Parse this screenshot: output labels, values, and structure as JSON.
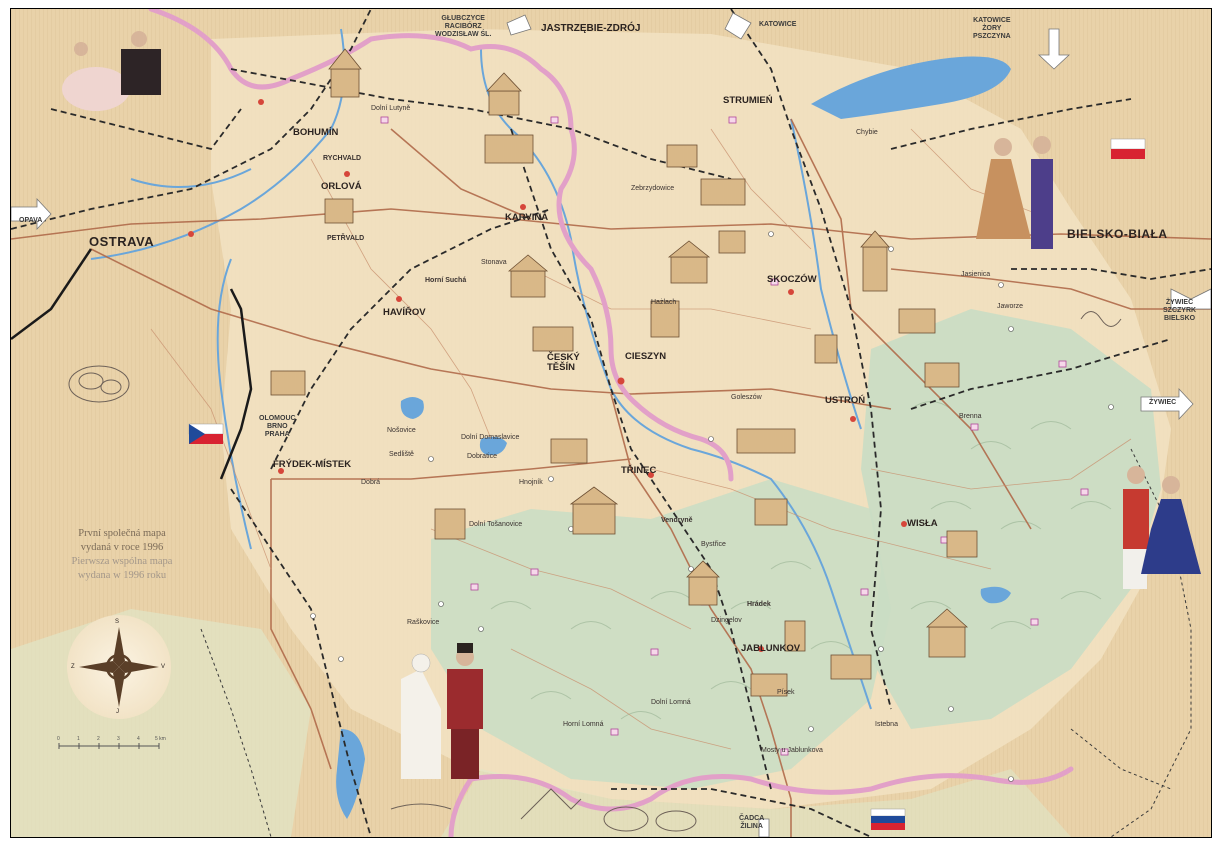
{
  "colors": {
    "paper": "#e9d2a9",
    "mountain": "#c9ddc4",
    "water": "#6aa6da",
    "border_pink": "#e2a0c8",
    "road": "#b06a4a",
    "rail": "#2a2a2a"
  },
  "cities_major": {
    "ostrava": "OSTRAVA",
    "bielsko": "BIELSKO-BIAŁA",
    "jastrzebie": "JASTRZĘBIE-ZDRÓJ"
  },
  "cities_mid": {
    "bohumin": "BOHUMÍN",
    "orlova": "ORLOVÁ",
    "karvina": "KARVINÁ",
    "havirov": "HAVÍŘOV",
    "strumien": "STRUMIEŃ",
    "skoczow": "SKOCZÓW",
    "cesky_tesin": "ČESKÝ TĚŠÍN",
    "cieszyn": "CIESZYN",
    "ustron": "USTROŃ",
    "trinec": "TŘINEC",
    "frydek": "FRÝDEK-MÍSTEK",
    "wisla": "WISŁA",
    "jablunkov": "JABLUNKOV"
  },
  "towns_small": {
    "petrvald": "PETŘVALD",
    "rychvald": "RYCHVALD",
    "horni_sucha": "Horní Suchá",
    "stonava": "Stonava",
    "dolni_lutyne": "Dolní Lutyně",
    "zebrzydowice": "Zebrzydowice",
    "chybie": "Chybie",
    "jaworze": "Jaworze",
    "jasienica": "Jasienica",
    "brenna": "Brenna",
    "istebna": "Istebna",
    "mosty": "Mosty u Jablunkova",
    "bystrice": "Bystřice",
    "vendryne": "Vendryně",
    "nosovice": "Nošovice",
    "dobra": "Dobrá",
    "hnojnik": "Hnojník",
    "pisek": "Písek",
    "hradek": "Hrádek",
    "dobratice": "Dobratice",
    "goleszow": "Goleszów",
    "hazlach": "Hażlach",
    "dolni_domaslavice": "Dolní Domaslavice",
    "raskovice": "Raškovice",
    "sedliste": "Sedliště",
    "dzingelov": "Dzingelov",
    "mistek_tvz": "Dolní Tošanovice",
    "horni_lomna": "Horní Lomná",
    "dolni_lomna": "Dolní Lomná"
  },
  "directions": {
    "glubczyce": "GŁUBCZYCE\nRACIBÓRZ\nWODZISŁAW ŚL.",
    "katowice_top": "KATOWICE",
    "katowice_right": "KATOWICE\nŻORY\nPSZCZYNA",
    "opava": "OPAVA",
    "olomouc": "OLOMOUC\nBRNO\nPRAHA",
    "zywiec": "ŻYWIEC",
    "cadca": "ČADCA\nŽILINA",
    "zywiec_right": "ŻYWIEC\nSZCZYRK\nBIELSKO"
  },
  "caption": {
    "cz_line1": "První společná mapa",
    "cz_line2": "vydaná v roce 1996",
    "pl_line1": "Pierwsza wspólna mapa",
    "pl_line2": "wydana w 1996 roku"
  },
  "compass": {
    "n": "S",
    "s": "J",
    "e": "V",
    "w": "Z"
  },
  "scale": {
    "marks": [
      "0",
      "1",
      "2",
      "3",
      "4",
      "5 km"
    ]
  }
}
